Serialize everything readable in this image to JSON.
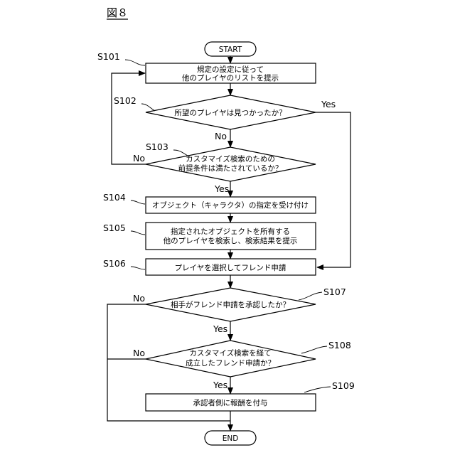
{
  "figure_label": "図８",
  "terminals": {
    "start": "START",
    "end": "END"
  },
  "steps": {
    "s101": {
      "id": "S101",
      "lines": [
        "規定の設定に従って",
        "他のプレイヤのリストを提示"
      ]
    },
    "s102": {
      "id": "S102",
      "lines": [
        "所望のプレイヤは見つかったか？"
      ]
    },
    "s103": {
      "id": "S103",
      "lines": [
        "カスタマイズ検索のための",
        "前提条件は満たされているか？"
      ]
    },
    "s104": {
      "id": "S104",
      "lines": [
        "オブジェクト（キャラクタ）の指定を受け付け"
      ]
    },
    "s105": {
      "id": "S105",
      "lines": [
        "指定されたオブジェクトを所有する",
        "他のプレイヤを検索し、検索結果を提示"
      ]
    },
    "s106": {
      "id": "S106",
      "lines": [
        "プレイヤを選択してフレンド申請"
      ]
    },
    "s107": {
      "id": "S107",
      "lines": [
        "相手がフレンド申請を承認したか？"
      ]
    },
    "s108": {
      "id": "S108",
      "lines": [
        "カスタマイズ検索を経て",
        "成立したフレンド申請か？"
      ]
    },
    "s109": {
      "id": "S109",
      "lines": [
        "承認者側に報酬を付与"
      ]
    }
  },
  "branches": {
    "s102_yes": "Yes",
    "s102_no": "No",
    "s103_no": "No",
    "s103_yes": "Yes",
    "s107_no": "No",
    "s107_yes": "Yes",
    "s108_no": "No",
    "s108_yes": "Yes"
  }
}
